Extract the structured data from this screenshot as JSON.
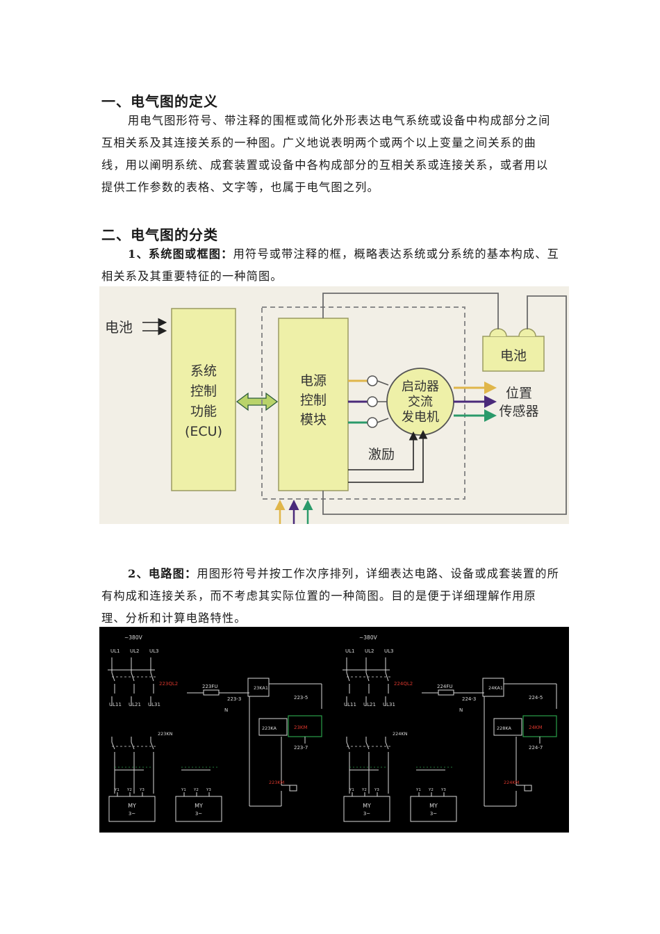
{
  "section1": {
    "heading": "一、电气图的定义",
    "paragraph": "用电气图形符号、带注释的围框或简化外形表达电气系统或设备中构成部分之间互相关系及其连接关系的一种图。广义地说表明两个或两个以上变量之间关系的曲线，用以阐明系统、成套装置或设备中各构成部分的互相关系或连接关系，或者用以提供工作参数的表格、文字等，也属于电气图之列。"
  },
  "section2": {
    "heading": "二、电气图的分类",
    "item1_label": "1、系统图或框图：",
    "item1_text": "用符号或带注释的框，概略表达系统或分系统的基本构成、互相关系及其重要特征的一种简图。",
    "item2_label": "2、电路图：",
    "item2_text": "用图形符号并按工作次序排列，详细表达电路、设备或成套装置的所有构成和连接关系，而不考虑其实际位置的一种简图。目的是便于详细理解作用原理、分析和计算电路特性。"
  },
  "block_diagram": {
    "battery_left": "电池",
    "ecu": [
      "系统",
      "控制",
      "功能",
      "(ECU)"
    ],
    "power_module": [
      "电源",
      "控制",
      "模块"
    ],
    "alternator": [
      "启动器",
      "交流",
      "发电机"
    ],
    "excitation": "激励",
    "battery_right": "电池",
    "sensor": [
      "位置",
      "传感器"
    ],
    "colors": {
      "panel_bg": "#f2efe6",
      "box_fill": "#eef0a8",
      "box_stroke": "#9a9a60",
      "line": "#6b6b6b",
      "yellow": "#e0b64a",
      "purple": "#4a2a7a",
      "green": "#2a9a6a"
    }
  },
  "circuit_diagram": {
    "panels": [
      {
        "voltage": "~380V",
        "phases": [
          "UL1",
          "UL2",
          "UL3"
        ],
        "breaker": "223QL2",
        "fuse": "223FU",
        "contact_top": "223-3",
        "relay": "23KA1",
        "branch_right": "223-5",
        "neutral": "N",
        "ka_coil": "223KA",
        "km_label": "23KM",
        "branch_low": "223-7",
        "outputs": [
          "UL11",
          "UL21",
          "UL31"
        ],
        "contactor": "223KN",
        "coil": "223KM",
        "terms": [
          "Y1",
          "Y2",
          "Y3"
        ],
        "motor": "MY",
        "motor_phase": "3~"
      },
      {
        "voltage": "~380V",
        "phases": [
          "UL1",
          "UL2",
          "UL3"
        ],
        "breaker": "224QL2",
        "fuse": "224FU",
        "contact_top": "224-3",
        "relay": "24KA1",
        "branch_right": "224-5",
        "neutral": "N",
        "ka_coil": "228KA",
        "km_label": "24KM",
        "branch_low": "224-7",
        "outputs": [
          "UL11",
          "UL21",
          "UL31"
        ],
        "contactor": "224KN",
        "coil": "224KM",
        "terms": [
          "Y1",
          "Y2",
          "Y3"
        ],
        "motor": "MY",
        "motor_phase": "3~"
      }
    ],
    "colors": {
      "bg": "#000000",
      "wire": "#d9d9d9",
      "red": "#d8362c",
      "green": "#2aa04a"
    }
  }
}
